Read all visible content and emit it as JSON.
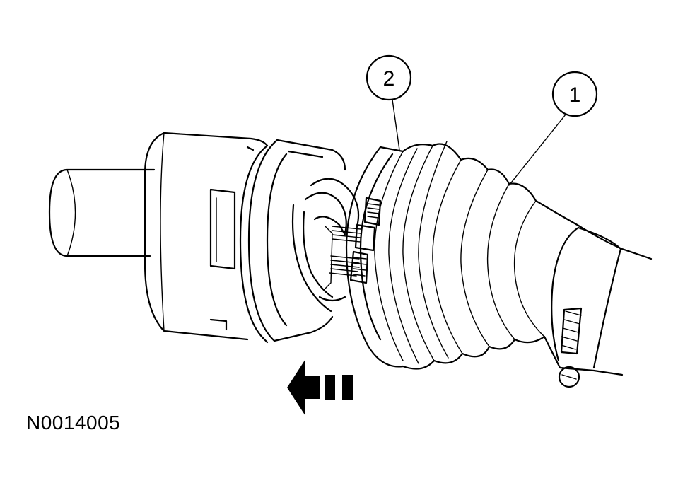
{
  "callouts": [
    {
      "label": "2"
    },
    {
      "label": "1"
    }
  ],
  "figure_id": "N0014005",
  "arrow_direction": "left",
  "colors": {
    "ink": "#000000",
    "background": "#ffffff"
  }
}
